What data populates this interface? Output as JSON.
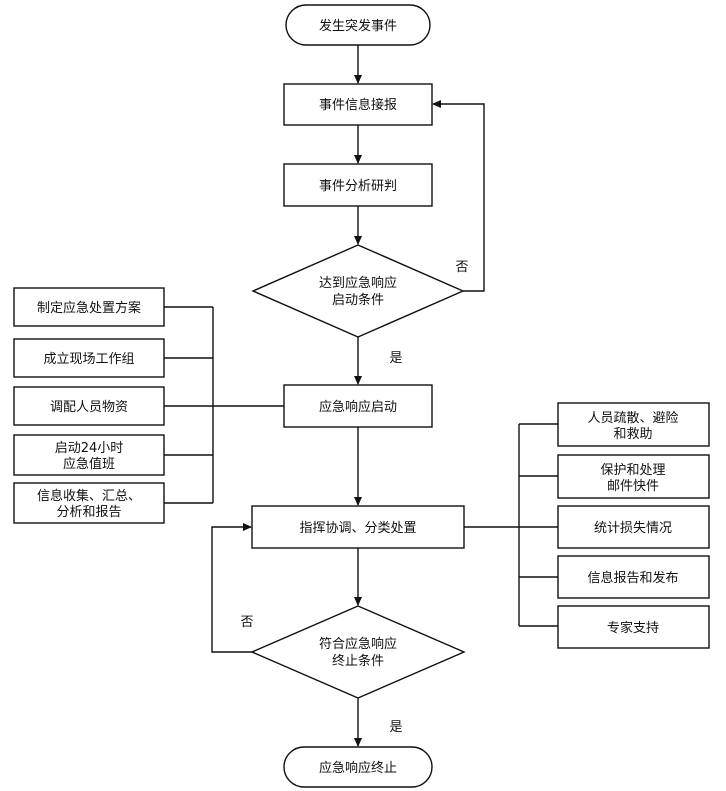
{
  "nodes": {
    "start": "发生突发事件",
    "receive": "事件信息接报",
    "analyze": "事件分析研判",
    "decision1": [
      "达到应急响应",
      "启动条件"
    ],
    "launch": "应急响应启动",
    "command": "指挥协调、分类处置",
    "decision2": [
      "符合应急响应",
      "终止条件"
    ],
    "end": "应急响应终止"
  },
  "edge_labels": {
    "no_top": "否",
    "yes_top": "是",
    "no_bottom": "否",
    "yes_bottom": "是"
  },
  "left_tasks": [
    [
      "制定应急处置方案"
    ],
    [
      "成立现场工作组"
    ],
    [
      "调配人员物资"
    ],
    [
      "启动24小时",
      "应急值班"
    ],
    [
      "信息收集、汇总、",
      "分析和报告"
    ]
  ],
  "right_tasks": [
    [
      "人员疏散、避险",
      "和救助"
    ],
    [
      "保护和处理",
      "邮件快件"
    ],
    [
      "统计损失情况"
    ],
    [
      "信息报告和发布"
    ],
    [
      "专家支持"
    ]
  ]
}
